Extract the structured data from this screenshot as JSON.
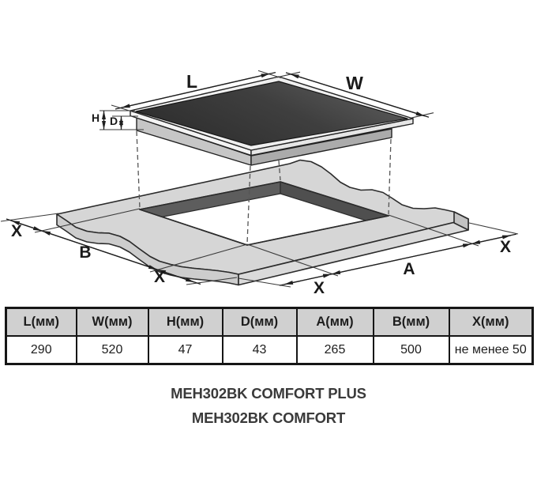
{
  "diagram": {
    "title": "cooktop installation cutout diagram",
    "labels": {
      "L": "L",
      "W": "W",
      "H": "H",
      "D": "D",
      "X": "X",
      "B": "B",
      "A": "A"
    },
    "colors": {
      "outline": "#2a2a2a",
      "glass_dark": "#2d2d2d",
      "glass_light": "#5e5e5e",
      "metal_rim": "#efefef",
      "body_gray": "#c6c6c6",
      "countertop": "#d6d6d6",
      "cutout_wall": "#575757",
      "table_header_bg": "#d0d0d0",
      "table_border": "#161616",
      "text": "#1d1d1d"
    }
  },
  "table": {
    "headers": [
      "L(мм)",
      "W(мм)",
      "H(мм)",
      "D(мм)",
      "A(мм)",
      "B(мм)",
      "X(мм)"
    ],
    "values": [
      "290",
      "520",
      "47",
      "43",
      "265",
      "500",
      "не менее 50"
    ]
  },
  "models": [
    "MEH302BK COMFORT PLUS",
    "MEH302BK COMFORT"
  ]
}
